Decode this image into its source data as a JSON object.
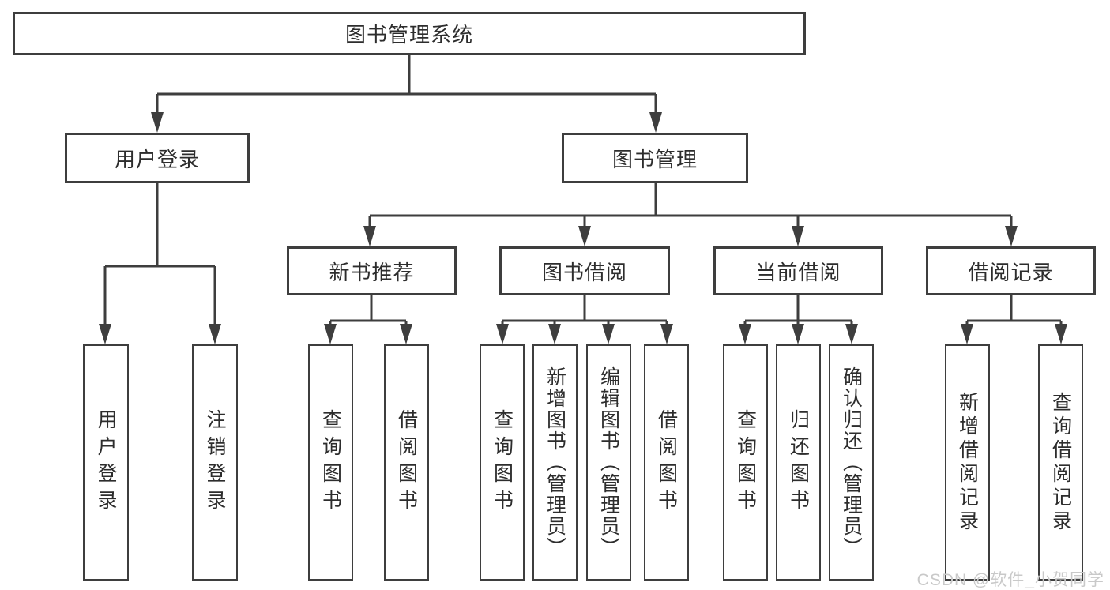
{
  "colors": {
    "line": "#3e3e3e",
    "text": "#2d2d2d",
    "watermark": "#c9c9c9",
    "background": "#ffffff"
  },
  "tree": {
    "root": {
      "label": "图书管理系统"
    },
    "branches": [
      {
        "label": "用户登录",
        "children": [
          {
            "label": "用户登录"
          },
          {
            "label": "注销登录"
          }
        ]
      },
      {
        "label": "图书管理",
        "children": [
          {
            "label": "新书推荐",
            "children": [
              {
                "label": "查询图书"
              },
              {
                "label": "借阅图书"
              }
            ]
          },
          {
            "label": "图书借阅",
            "children": [
              {
                "label": "查询图书"
              },
              {
                "label": "新增图书（管理员）"
              },
              {
                "label": "编辑图书（管理员）"
              },
              {
                "label": "借阅图书"
              }
            ]
          },
          {
            "label": "当前借阅",
            "children": [
              {
                "label": "查询图书"
              },
              {
                "label": "归还图书"
              },
              {
                "label": "确认归还（管理员）"
              }
            ]
          },
          {
            "label": "借阅记录",
            "children": [
              {
                "label": "新增借阅记录"
              },
              {
                "label": "查询借阅记录"
              }
            ]
          }
        ]
      }
    ]
  },
  "watermark": {
    "text": "CSDN @软件_小贺同学"
  }
}
